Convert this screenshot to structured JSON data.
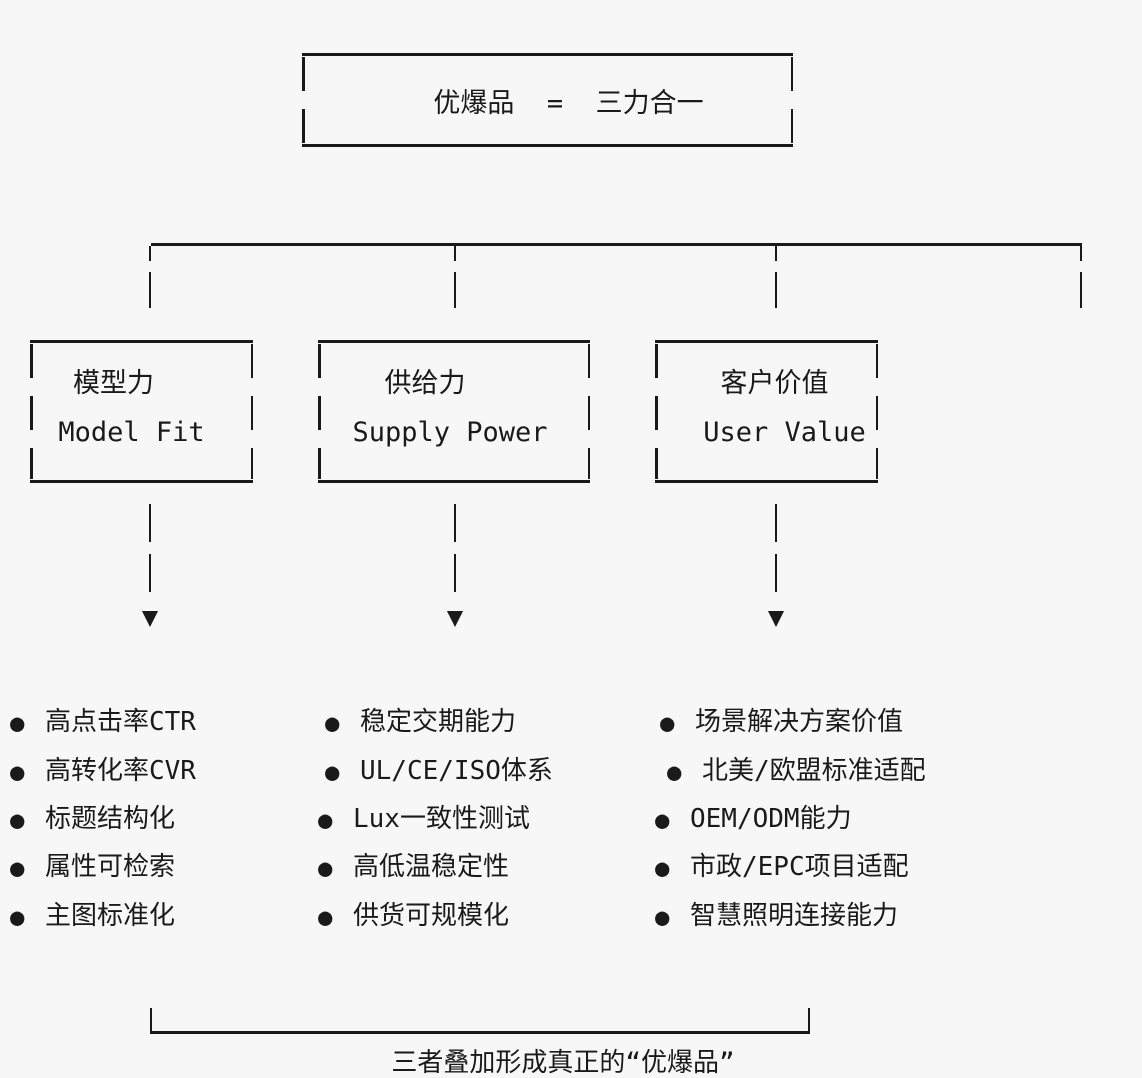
{
  "page": {
    "background": "#f7f7f7",
    "ink": "#1a1a1a"
  },
  "root_box": {
    "label": "优爆品  =  三力合一"
  },
  "branches": [
    {
      "title_zh": "模型力",
      "title_en": "Model Fit",
      "items": [
        "高点击率CTR",
        "高转化率CVR",
        "标题结构化",
        "属性可检索",
        "主图标准化"
      ]
    },
    {
      "title_zh": "供给力",
      "title_en": "Supply Power",
      "items": [
        "稳定交期能力",
        "UL/CE/ISO体系",
        "Lux一致性测试",
        "高低温稳定性",
        "供货可规模化"
      ]
    },
    {
      "title_zh": "客户价值",
      "title_en": "User Value",
      "items": [
        "场景解决方案价值",
        "北美/欧盟标准适配",
        "OEM/ODM能力",
        "市政/EPC项目适配",
        "智慧照明连接能力"
      ]
    }
  ],
  "footer": {
    "caption": "三者叠加形成真正的“优爆品”"
  },
  "icons": {
    "bullet": "●",
    "arrow_down": "▼"
  }
}
